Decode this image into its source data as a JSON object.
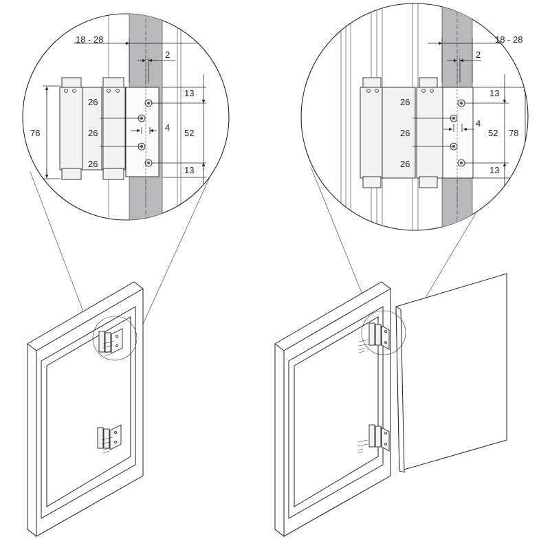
{
  "diagram": {
    "left_detail": {
      "gap_range": "18 - 28",
      "offset": "2",
      "height_total": "78",
      "spacing_top": "26",
      "spacing_mid": "26",
      "spacing_bottom": "26",
      "hole_offset": "4",
      "edge_top": "13",
      "hole_span": "52",
      "edge_bottom": "13"
    },
    "right_detail": {
      "gap_range": "18 - 28",
      "offset": "2",
      "edge_top": "13",
      "spacing_top": "26",
      "hole_offset": "4",
      "hole_span": "52",
      "height_total": "78",
      "spacing_mid": "26",
      "spacing_bottom": "26",
      "edge_bottom": "13"
    }
  }
}
